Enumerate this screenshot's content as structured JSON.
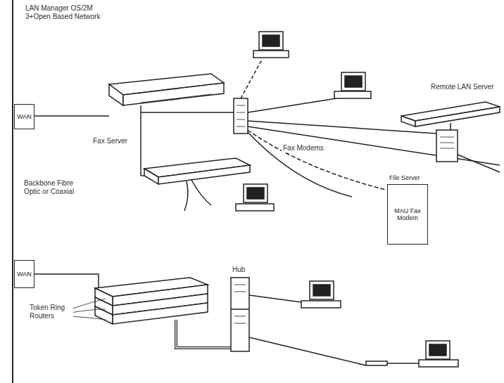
{
  "diagram": {
    "nodes": [
      {
        "text": [
          "WAN"
        ]
      },
      {
        "text": [
          "File Server",
          "MAU Fax Modem"
        ]
      },
      {
        "text": [
          "WAN"
        ]
      }
    ],
    "labels": [
      "LAN Manager OS/2M 3+Open Based Network",
      "Fax Server",
      "Fax Modems",
      "Backbone Fibre Optic or Coaxial",
      "Hub",
      "Token Ring Routers",
      "Remote LAN Server"
    ]
  }
}
